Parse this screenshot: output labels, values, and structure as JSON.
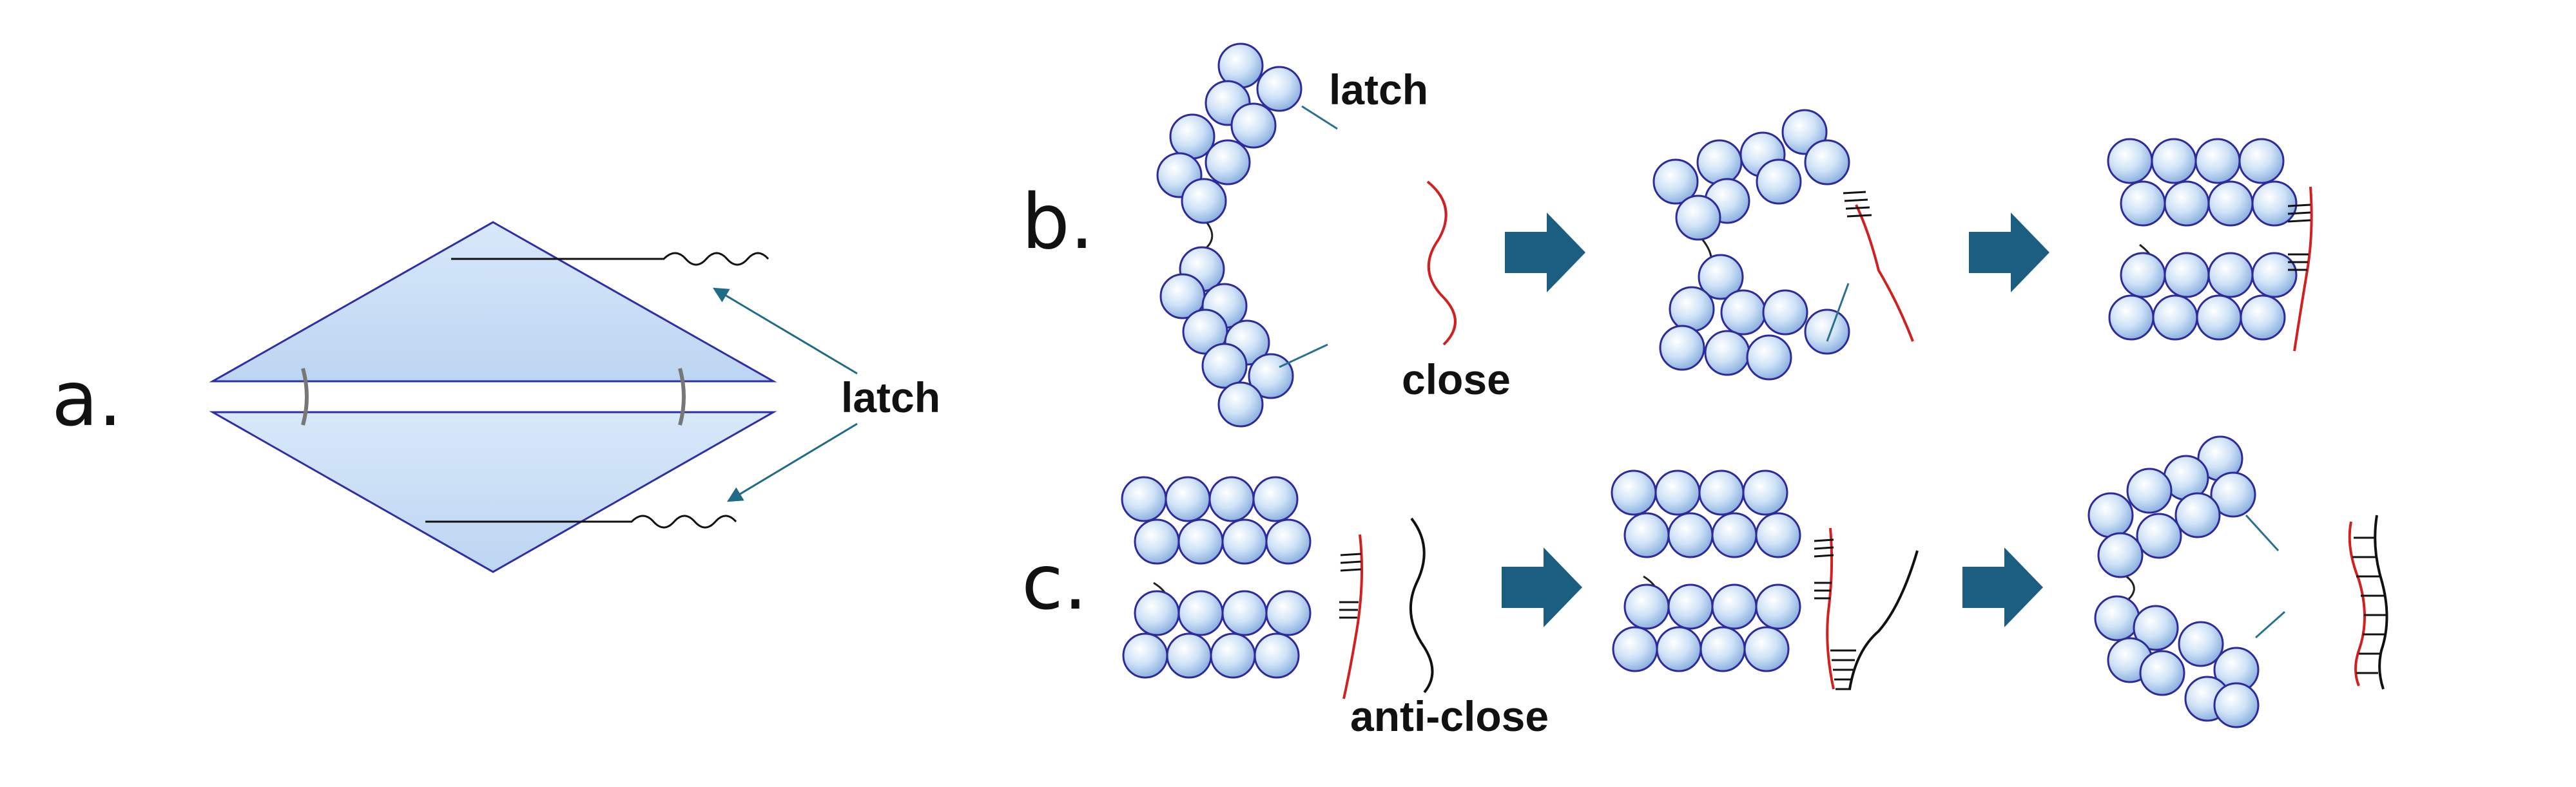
{
  "panels": {
    "a": "a.",
    "b": "b.",
    "c": "c."
  },
  "labels": {
    "latch_a": "latch",
    "latch_b": "latch",
    "close": "close",
    "anti_close": "anti-close"
  },
  "colors": {
    "sphere_fill": "#c6dcf5",
    "sphere_stroke": "#2e2a9a",
    "plate_fill": "#cde2f8",
    "plate_edge": "#2e2fa8",
    "arrow": "#1b5e80",
    "latch_strand": "#2a7090",
    "close_strand": "#d22020",
    "anti_close_strand": "#111111"
  },
  "icons": [
    "right-arrow-icon"
  ]
}
